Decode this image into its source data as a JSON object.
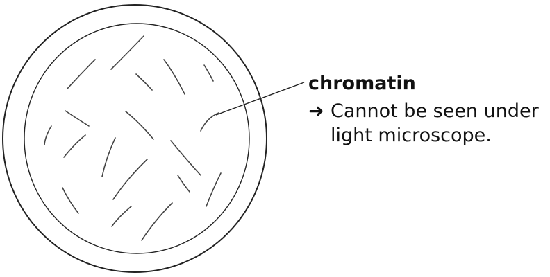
{
  "label": {
    "title": "chromatin",
    "arrow_glyph": "➜",
    "line1": "Cannot be seen under",
    "line2": "light microscope."
  }
}
